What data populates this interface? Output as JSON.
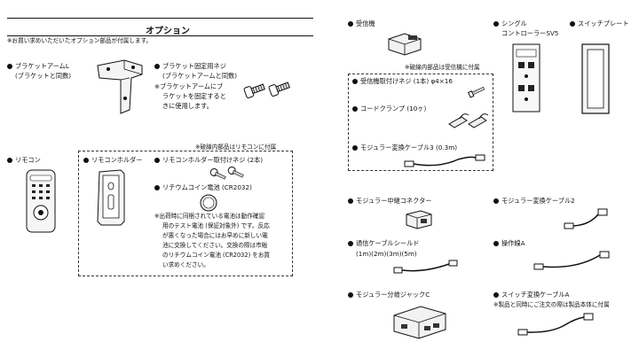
{
  "options": {
    "heading": "オプション",
    "intro": "※お買い求めいただいたオプション部品が付属します。"
  },
  "left": {
    "bracket_arm": {
      "name": "ブラケットアームL",
      "sub": "(ブラケットと同数)"
    },
    "bracket_screw": {
      "name": "ブラケット固定用ネジ",
      "sub": "(ブラケットアームと同数)",
      "note1": "※ブラケットアームにブ",
      "note2": "ラケットを固定すると",
      "note3": "きに使用します。"
    },
    "remote_bundle_note": "※破線内部品はリモコンに付属",
    "remote": "リモコン",
    "remote_holder": "リモコンホルダー",
    "holder_screw": "リモコンホルダー取付けネジ (2本)",
    "battery": "リチウムコイン電池 (CR2032)",
    "battery_note": [
      "※出荷時に同梱されている電池は動作確認",
      "用のテスト電池 (保証対象外) です。反応",
      "が悪くなった場合にはお早めに新しい電",
      "池に交換してください。交換の際は市販",
      "のリチウムコイン電池 (CR2032) をお買",
      "い求めください。"
    ]
  },
  "right": {
    "receiver": "受信機",
    "controller": {
      "line1": "シングル",
      "line2": "コントローラーSV5"
    },
    "switch_plate": "スイッチプレート",
    "receiver_bundle_note": "※破線内部品は受信機に付属",
    "receiver_screw": "受信機取付けネジ (1本) φ4×16",
    "cord_clamp": "コードクランプ (10ヶ)",
    "modular_cable3": "モジュラー変換ケーブル3 (0.3m)",
    "modular_connector": "モジュラー中継コネクター",
    "modular_cable2": "モジュラー変換ケーブル2",
    "comm_cable": {
      "name": "通信ケーブルシールド",
      "lengths": "(1m)(2m)(3m)(5m)"
    },
    "operation_wire": "操作線A",
    "modular_jack": "モジュラー分岐ジャックC",
    "switch_cable": {
      "name": "スイッチ変換ケーブルA",
      "note": "※製品と同時にご注文の際は製品本体に付属"
    }
  }
}
